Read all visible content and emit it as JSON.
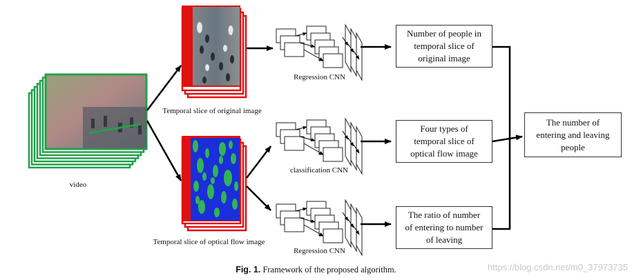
{
  "labels": {
    "video": "video",
    "original_slice": "Temporal slice of original image",
    "optical_slice": "Temporal slice of optical flow image",
    "cnn_top": "Regression CNN",
    "cnn_mid": "classification CNN",
    "cnn_bot": "Regression CNN"
  },
  "boxes": {
    "top": [
      "Number of people in",
      "temporal slice of",
      "original image"
    ],
    "mid": [
      "Four types of",
      "temporal slice of",
      "optical flow image"
    ],
    "bot": [
      "The ratio of number",
      "of entering to number",
      "of leaving"
    ],
    "final": [
      "The number of",
      "entering and leaving",
      "people"
    ]
  },
  "caption": {
    "label": "Fig. 1.",
    "text": "Framework of the proposed algorithm."
  },
  "watermark": "https://blog.csdn.net/m0_37973735",
  "colors": {
    "video_frame": "#22a04a",
    "slice_frame": "#e01010",
    "flow_bg": "#1a2fd8",
    "flow_blob": "#36c24a",
    "arrow": "#000000"
  }
}
